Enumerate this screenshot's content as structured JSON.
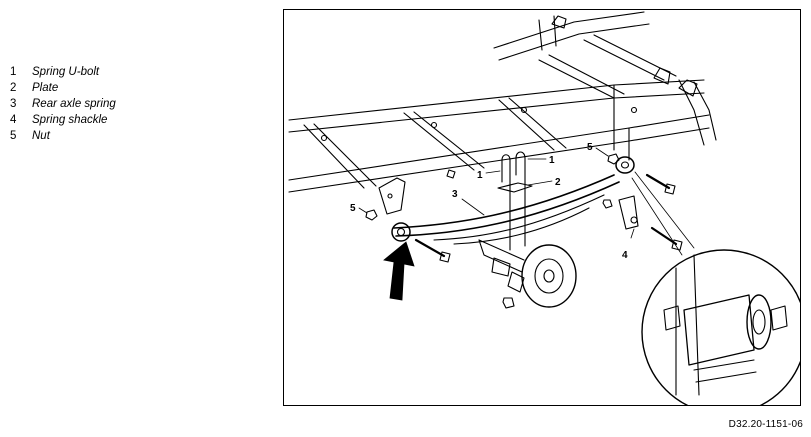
{
  "legend": {
    "items": [
      {
        "number": "1",
        "label": "Spring U-bolt"
      },
      {
        "number": "2",
        "label": "Plate"
      },
      {
        "number": "3",
        "label": "Rear axle spring"
      },
      {
        "number": "4",
        "label": "Spring shackle"
      },
      {
        "number": "5",
        "label": "Nut"
      }
    ]
  },
  "figure": {
    "callouts": {
      "c1a": "1",
      "c1b": "1",
      "c2": "2",
      "c3": "3",
      "c4": "4",
      "c5a": "5",
      "c5b": "5"
    },
    "code": "D32.20-1151-06"
  }
}
